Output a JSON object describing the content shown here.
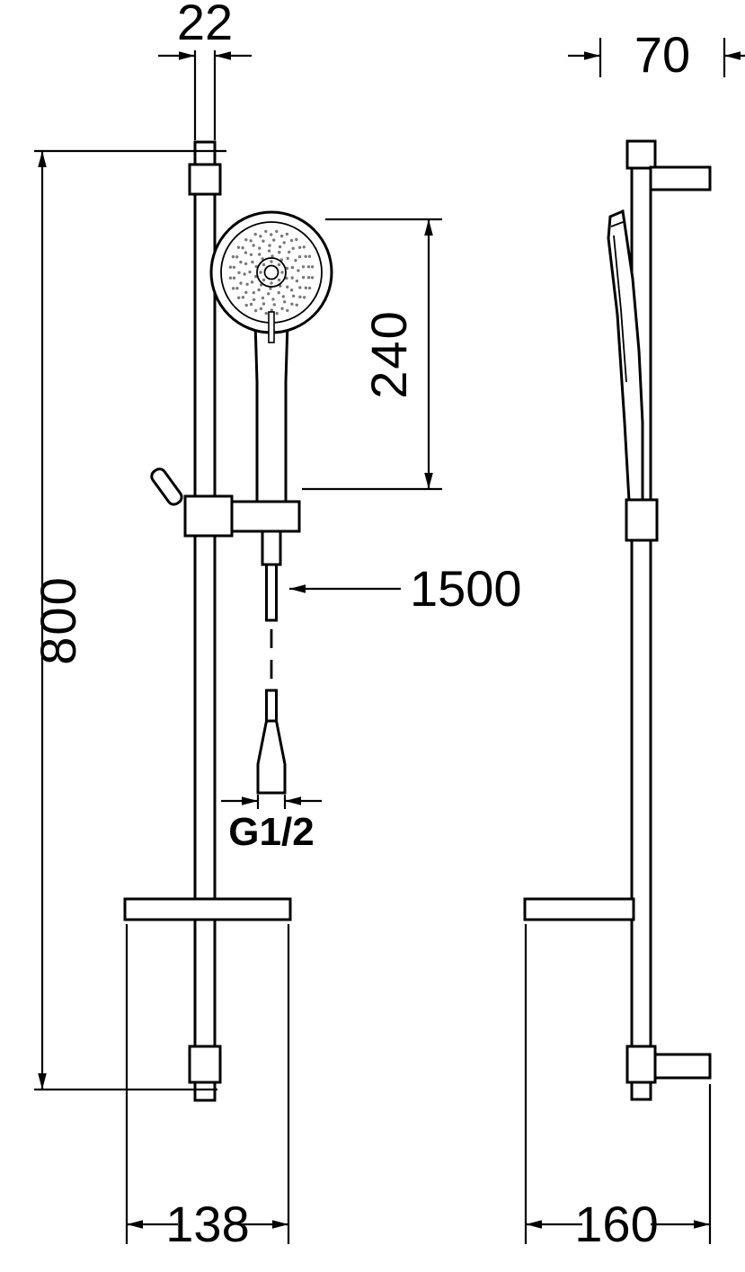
{
  "drawing": {
    "labels": {
      "rail_top_width": "22",
      "bracket_depth": "70",
      "handset_length": "240",
      "bar_height": "800",
      "hose_length": "1500",
      "thread_size": "G1/2",
      "base_width_front": "138",
      "base_depth_side": "160"
    },
    "colors": {
      "line": "#000000",
      "background": "#ffffff",
      "nozzle_dots": "#7a7a7a"
    }
  }
}
